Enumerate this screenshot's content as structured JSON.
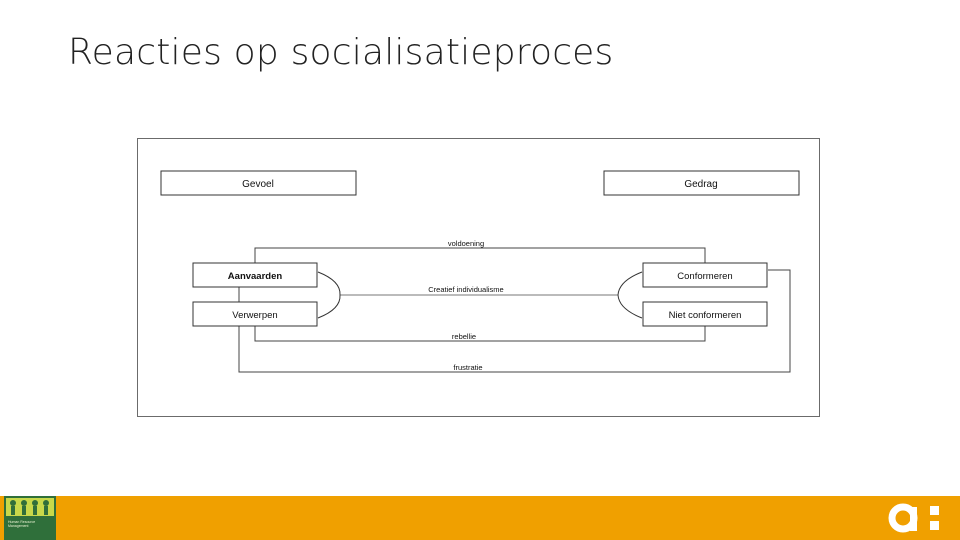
{
  "slide": {
    "title": "Reacties op socialisatieproces",
    "footer_color": "#f0a000"
  },
  "diagram": {
    "headers": {
      "feeling": "Gevoel",
      "behavior": "Gedrag"
    },
    "left_nodes": {
      "accept": "Aanvaarden",
      "reject": "Verwerpen"
    },
    "right_nodes": {
      "conform": "Conformeren",
      "not_conform": "Niet conformeren"
    },
    "connections": {
      "top": "voldoening",
      "middle": "Creatief individualisme",
      "lower": "rebellie",
      "bottom": "frustratie"
    }
  },
  "book_cover": {
    "lines": [
      "Human Resource",
      "Management"
    ]
  },
  "logo": {
    "name": "brand-logo-icon",
    "color": "#ffffff"
  }
}
